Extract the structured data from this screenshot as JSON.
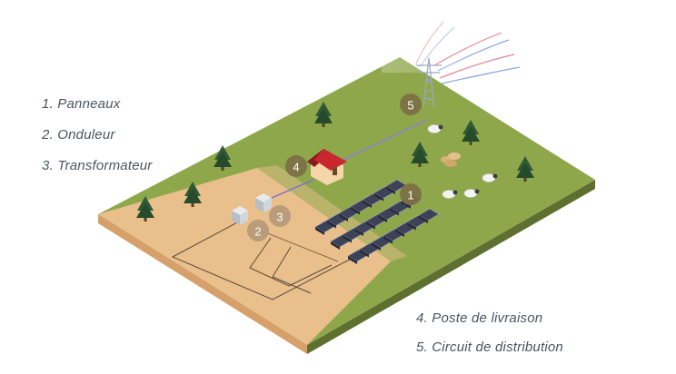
{
  "legend": {
    "left": [
      "1. Panneaux",
      "2. Onduleur",
      "3. Transformateur"
    ],
    "right": [
      "4. Poste de livraison",
      "5. Circuit de distribution"
    ]
  },
  "markers": [
    "1",
    "2",
    "3",
    "4",
    "5"
  ],
  "colors": {
    "grass": "#8fa74b",
    "grass_edge": "#6e8634",
    "sand": "#e9bf8c",
    "marker": "#7d7044",
    "marker_light": "#b79a79",
    "panel": "#3c4257",
    "tree": "#2f5a34",
    "farmhouse": "#c9262d",
    "text": "#4a5560"
  }
}
